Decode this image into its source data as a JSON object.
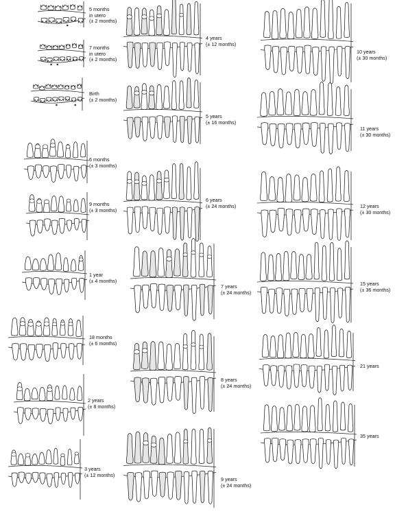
{
  "stages": [
    {
      "id": "5-months-in-utero",
      "age": "5 months",
      "age_line2": "in utero",
      "range": "(± 2 months)",
      "teeth": 6,
      "kind": "germ"
    },
    {
      "id": "7-months-in-utero",
      "age": "7 months",
      "age_line2": "in utero",
      "range": "(± 2 months)",
      "teeth": 7,
      "kind": "germ"
    },
    {
      "id": "birth",
      "age": "Birth",
      "range": "(± 2 months)",
      "teeth": 8,
      "kind": "germ"
    },
    {
      "id": "6-months",
      "age": "6 months",
      "range": "(± 3 months)",
      "teeth": 8,
      "kind": "mixed"
    },
    {
      "id": "9-months",
      "age": "9 months",
      "range": "(± 3 months)",
      "teeth": 8,
      "kind": "mixed"
    },
    {
      "id": "1-year",
      "age": "1 year",
      "range": "(± 4 months)",
      "teeth": 8,
      "kind": "mixed"
    },
    {
      "id": "18-months",
      "age": "18 months",
      "range": "(± 6 months)",
      "teeth": 9,
      "kind": "mixed"
    },
    {
      "id": "2-years",
      "age": "2 years",
      "range": "(± 8 months)",
      "teeth": 9,
      "kind": "mixed"
    },
    {
      "id": "3-years",
      "age": "3 years",
      "range": "(± 12 months)",
      "teeth": 10,
      "kind": "mixed"
    },
    {
      "id": "4-years",
      "age": "4 years",
      "range": "(± 12 months)",
      "teeth": 10,
      "kind": "dense"
    },
    {
      "id": "5-years",
      "age": "5 years",
      "range": "(± 16 months)",
      "teeth": 10,
      "kind": "dense"
    },
    {
      "id": "6-years",
      "age": "6 years",
      "range": "(± 24 months)",
      "teeth": 10,
      "kind": "dense"
    },
    {
      "id": "7-years",
      "age": "7 years",
      "range": "(± 24 months)",
      "teeth": 10,
      "kind": "dense"
    },
    {
      "id": "8-years",
      "age": "8 years",
      "range": "(± 24 months)",
      "teeth": 10,
      "kind": "dense"
    },
    {
      "id": "9-years",
      "age": "9 years",
      "range": "(± 24 months)",
      "teeth": 11,
      "kind": "dense"
    },
    {
      "id": "10-years",
      "age": "10 years",
      "range": "(± 30 months)",
      "teeth": 11,
      "kind": "adult"
    },
    {
      "id": "11-years",
      "age": "11 years",
      "range": "(± 30 months)",
      "teeth": 11,
      "kind": "adult"
    },
    {
      "id": "12-years",
      "age": "12 years",
      "range": "(± 30 months)",
      "teeth": 11,
      "kind": "adult"
    },
    {
      "id": "15-years",
      "age": "15 years",
      "range": "(± 36 months)",
      "teeth": 12,
      "kind": "adult"
    },
    {
      "id": "21-years",
      "age": "21 years",
      "range": "",
      "teeth": 12,
      "kind": "adult"
    },
    {
      "id": "35-years",
      "age": "35 years",
      "range": "",
      "teeth": 12,
      "kind": "adult"
    }
  ]
}
